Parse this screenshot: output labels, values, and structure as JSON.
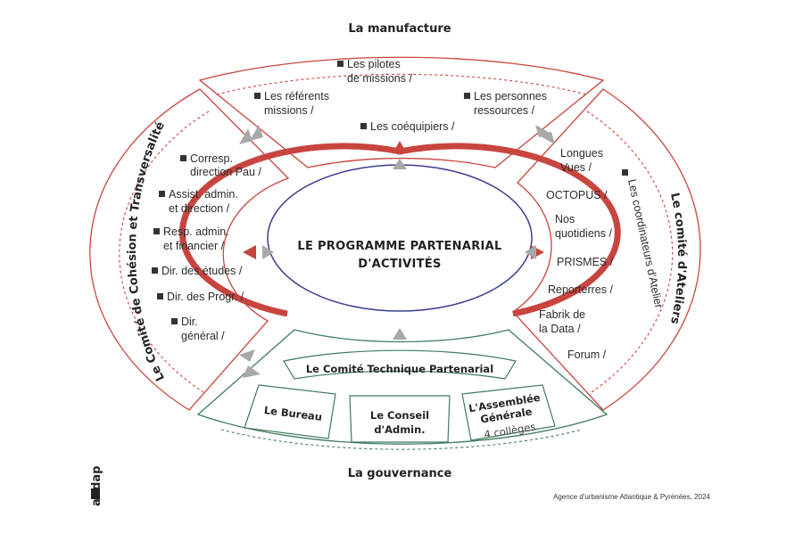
{
  "sections": {
    "top": "La manufacture",
    "left": "Le Comité de Cohésion et Transversalité",
    "right": "Le comité d'Ateliers",
    "bottom": "La gouvernance"
  },
  "center": {
    "line1": "LE PROGRAMME PARTENARIAL",
    "line2": "D'ACTIVITÉS"
  },
  "manufacture": {
    "pilotes": [
      "Les pilotes",
      "de missions /"
    ],
    "referents": [
      "Les référents",
      "missions /"
    ],
    "personnes": [
      "Les personnes",
      "ressources /"
    ],
    "coequipiers": "Les coéquipiers /"
  },
  "cohesion": {
    "corresp": [
      "Corresp.",
      "direction Pau /"
    ],
    "assist": [
      "Assist. admin.",
      "et direction /"
    ],
    "resp": [
      "Resp. admin.",
      "et financier /"
    ],
    "etudes": "Dir. des études /",
    "progr": "Dir. des Progr. /",
    "general": [
      "Dir.",
      "général /"
    ]
  },
  "ateliers": {
    "longues": [
      "Longues",
      "Vues /"
    ],
    "octopus": "OCTOPUS /",
    "nos": [
      "Nos",
      "quotidiens /"
    ],
    "prismes": "PRISMES /",
    "reporterres": "Reporterres /",
    "fabrik": [
      "Fabrik de",
      "la Data /"
    ],
    "forum": "Forum /",
    "coordinateurs": "Les coordinateurs d'Atelier"
  },
  "gouvernance": {
    "ctp": "Le Comité Technique Partenarial",
    "bureau": "Le Bureau",
    "conseil": [
      "Le Conseil",
      "d'Admin."
    ],
    "ag": [
      "L'Assemblée",
      "Générale"
    ],
    "colleges": "4 collèges"
  },
  "credit": "Agence d'urbanisme Atlantique & Pyrénées, 2024",
  "logo": "audap",
  "colors": {
    "red": "#c8453f",
    "green": "#3f7a5f",
    "blue": "#3a3c8f",
    "grey": "#a8a8a8"
  }
}
